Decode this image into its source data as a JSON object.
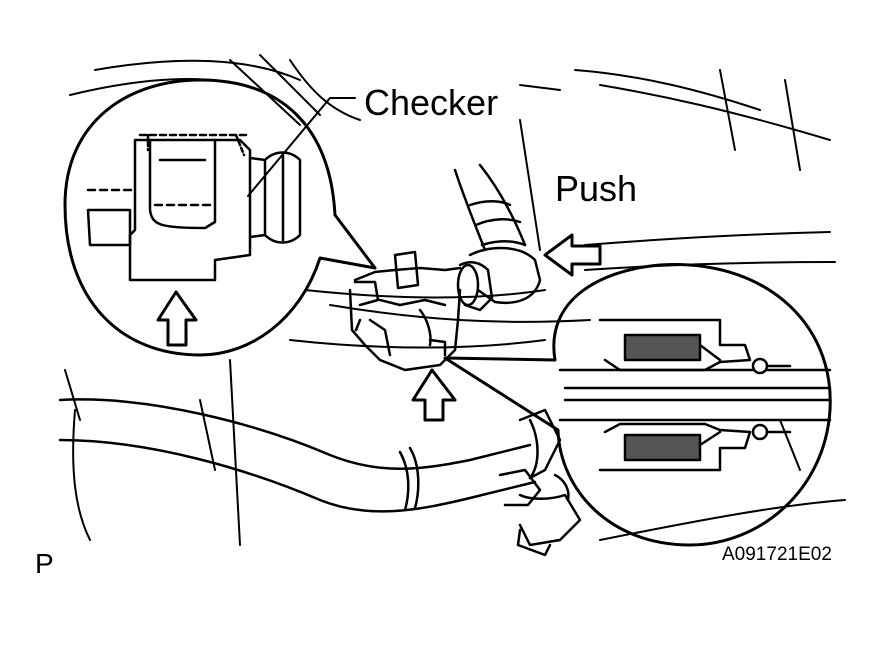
{
  "labels": {
    "checker": "Checker",
    "push": "Push",
    "corner_mark": "P",
    "figure_code": "A091721E02"
  },
  "colors": {
    "line": "#000000",
    "background": "#ffffff",
    "shade": "#555555"
  },
  "icons": [
    "push-arrow-icon",
    "up-arrow-icon",
    "magnifier-circle-icon"
  ]
}
